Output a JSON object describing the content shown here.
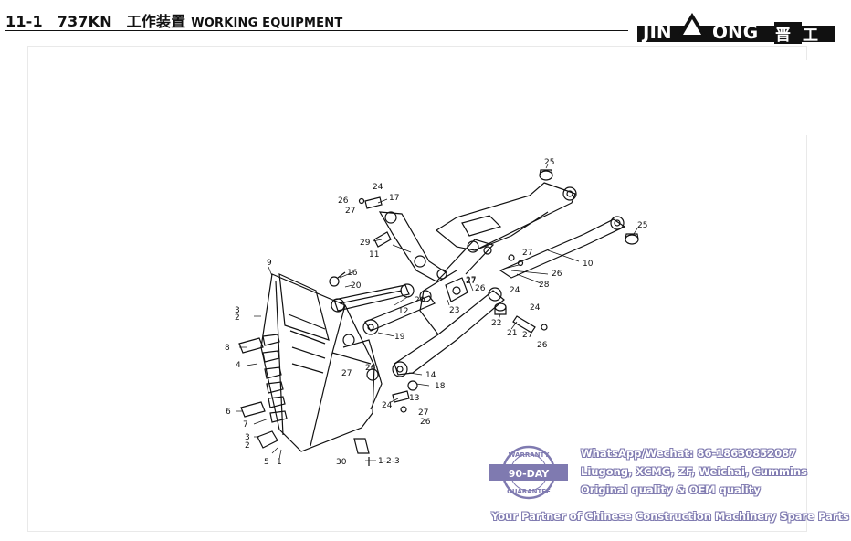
{
  "header": {
    "section_number": "11-1",
    "model": "737KN",
    "title_cn": "工作装置",
    "title_en": "WORKING EQUIPMENT",
    "brand_logo": "JINGONG晋工"
  },
  "part_labels": [
    "1",
    "2",
    "3",
    "4",
    "5",
    "6",
    "7",
    "8",
    "9",
    "10",
    "11",
    "12",
    "13",
    "14",
    "16",
    "17",
    "18",
    "19",
    "20",
    "21",
    "22",
    "23",
    "24",
    "25",
    "26",
    "27",
    "28",
    "29",
    "30",
    "1-2-3"
  ],
  "watermark": {
    "stamp_top": "WARRANTY",
    "stamp_center": "90-DAY",
    "stamp_bottom": "GUARANTEE",
    "lines": [
      "WhatsApp/Wechat: 86-18630852087",
      "Liugong, XCMG, ZF, Weichai, Cummins",
      "Original quality & OEM quality"
    ],
    "tagline": "Your Partner of Chinese Construction Machinery Spare Parts",
    "color": "#7f7ab0"
  }
}
